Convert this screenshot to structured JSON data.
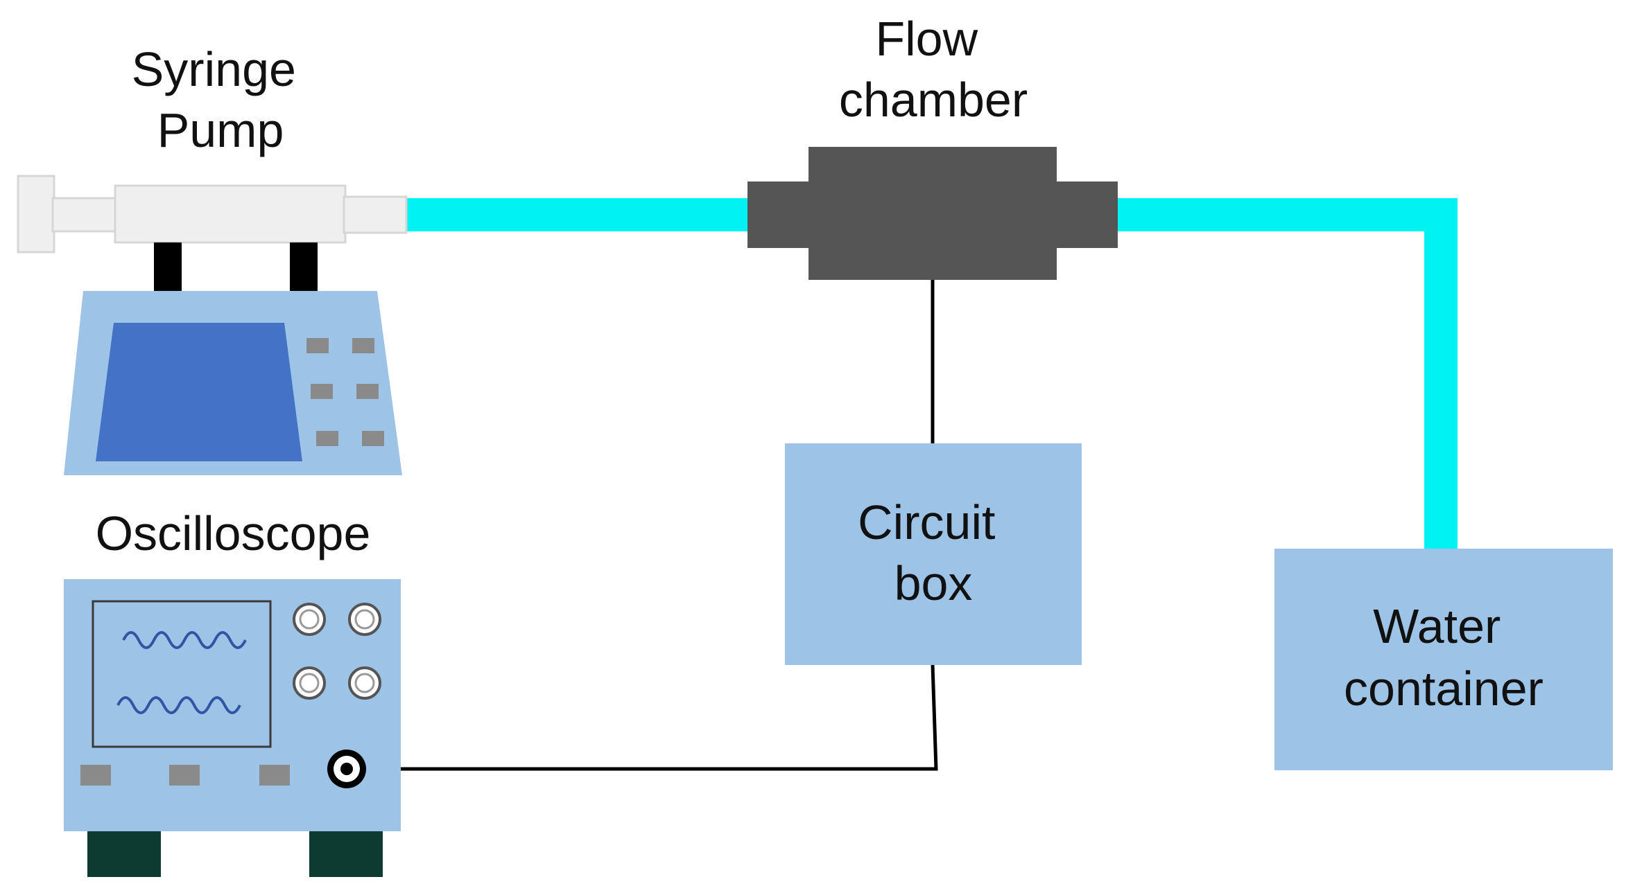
{
  "labels": {
    "syringe_pump": [
      "Syringe",
      "Pump"
    ],
    "flow_chamber": [
      "Flow",
      "chamber"
    ],
    "oscilloscope": [
      "Oscilloscope"
    ],
    "circuit_box": [
      "Circuit",
      "box"
    ],
    "water_container": [
      "Water",
      "container"
    ]
  },
  "colors": {
    "tube": "#00F2F2",
    "device_body": "#9DC3E6",
    "pump_screen": "#4472C4",
    "chamber": "#555555",
    "button": "#8A8A8A",
    "syringe": "#EFEFEF",
    "feet": "#0D3B32",
    "wire": "#000000"
  }
}
